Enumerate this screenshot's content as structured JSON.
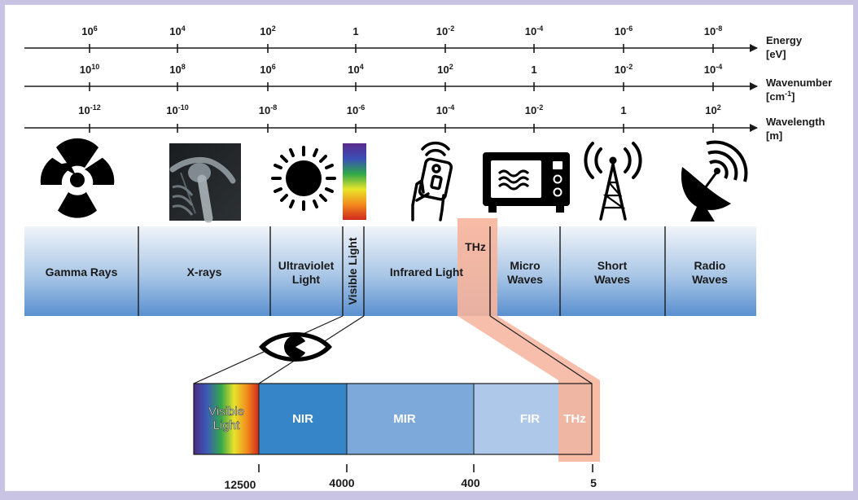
{
  "scales": [
    {
      "id": "energy",
      "label_line1": "Energy",
      "label_line2": "[eV]",
      "ticks": [
        {
          "base": "10",
          "exp": "6"
        },
        {
          "base": "10",
          "exp": "4"
        },
        {
          "base": "10",
          "exp": "2"
        },
        {
          "base": "1",
          "exp": ""
        },
        {
          "base": "10",
          "exp": "-2"
        },
        {
          "base": "10",
          "exp": "-4"
        },
        {
          "base": "10",
          "exp": "-6"
        },
        {
          "base": "10",
          "exp": "-8"
        }
      ]
    },
    {
      "id": "wavenumber",
      "label_line1": "Wavenumber",
      "label_line2": "[cm",
      "label_line2_exp": "-1",
      "label_line2_end": "]",
      "ticks": [
        {
          "base": "10",
          "exp": "10"
        },
        {
          "base": "10",
          "exp": "8"
        },
        {
          "base": "10",
          "exp": "6"
        },
        {
          "base": "10",
          "exp": "4"
        },
        {
          "base": "10",
          "exp": "2"
        },
        {
          "base": "1",
          "exp": ""
        },
        {
          "base": "10",
          "exp": "-2"
        },
        {
          "base": "10",
          "exp": "-4"
        }
      ]
    },
    {
      "id": "wavelength",
      "label_line1": "Wavelength",
      "label_line2": "[m]",
      "ticks": [
        {
          "base": "10",
          "exp": "-12"
        },
        {
          "base": "10",
          "exp": "-10"
        },
        {
          "base": "10",
          "exp": "-8"
        },
        {
          "base": "10",
          "exp": "-6"
        },
        {
          "base": "10",
          "exp": "-4"
        },
        {
          "base": "10",
          "exp": "-2"
        },
        {
          "base": "1",
          "exp": ""
        },
        {
          "base": "10",
          "exp": "2"
        }
      ]
    }
  ],
  "bands": [
    {
      "name": "gamma-rays",
      "lines": [
        "Gamma Rays"
      ],
      "icon": "radiation-icon"
    },
    {
      "name": "x-rays",
      "lines": [
        "X-rays"
      ],
      "icon": "xray-shoulder-icon"
    },
    {
      "name": "ultraviolet",
      "lines": [
        "Ultraviolet",
        "Light"
      ],
      "icon": "sun-icon"
    },
    {
      "name": "visible",
      "lines": [
        "Visible Light"
      ],
      "icon": "rainbow-strip-icon"
    },
    {
      "name": "infrared",
      "lines": [
        "Infrared Light"
      ],
      "icon": "remote-control-icon"
    },
    {
      "name": "thz",
      "lines": [
        "THz"
      ],
      "icon": ""
    },
    {
      "name": "microwaves",
      "lines": [
        "Micro",
        "Waves"
      ],
      "icon": "microwave-oven-icon"
    },
    {
      "name": "short-waves",
      "lines": [
        "Short",
        "Waves"
      ],
      "icon": "radio-tower-icon"
    },
    {
      "name": "radio-waves",
      "lines": [
        "Radio",
        "Waves"
      ],
      "icon": "satellite-dish-icon"
    }
  ],
  "detail_bands": [
    {
      "name": "visible",
      "lines": [
        "Visible",
        "Light"
      ]
    },
    {
      "name": "nir",
      "lines": [
        "NIR"
      ]
    },
    {
      "name": "mir",
      "lines": [
        "MIR"
      ]
    },
    {
      "name": "fir",
      "lines": [
        "FIR"
      ]
    },
    {
      "name": "thz",
      "lines": [
        "THz"
      ]
    }
  ],
  "detail_ticks": [
    "12500",
    "4000",
    "400",
    "5"
  ],
  "colors": {
    "background": "#c9c4e4",
    "band_top": "#f0f4f9",
    "band_bottom": "#5a90cf",
    "nir": "#3585c8",
    "mir": "#7ca9da",
    "fir": "#aec8e9",
    "thz_highlight": "#f6b49c",
    "text": "#1a1a1a"
  }
}
